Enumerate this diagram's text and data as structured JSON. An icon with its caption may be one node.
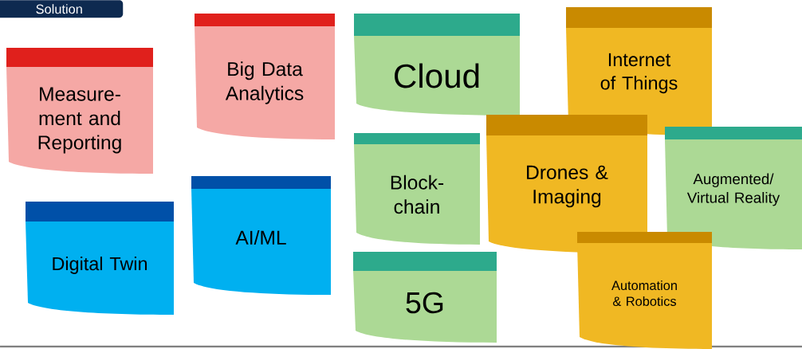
{
  "diagram": {
    "nodes": [
      {
        "text": [
          "Solution"
        ]
      },
      {
        "text": [
          "Measure-ment and Reporting"
        ]
      },
      {
        "text": [
          "Big Data Analytics"
        ]
      },
      {
        "text": [
          "Cloud"
        ]
      },
      {
        "text": [
          "Internet of Things"
        ]
      },
      {
        "text": [
          "Digital Twin"
        ]
      },
      {
        "text": [
          "AI/ML"
        ]
      },
      {
        "text": [
          "Block-chain"
        ]
      },
      {
        "text": [
          "Drones & Imaging"
        ]
      },
      {
        "text": [
          "Augmented/ Virtual Reality"
        ]
      },
      {
        "text": [
          "5G"
        ]
      },
      {
        "text": [
          "Automation & Robotics"
        ]
      }
    ]
  }
}
